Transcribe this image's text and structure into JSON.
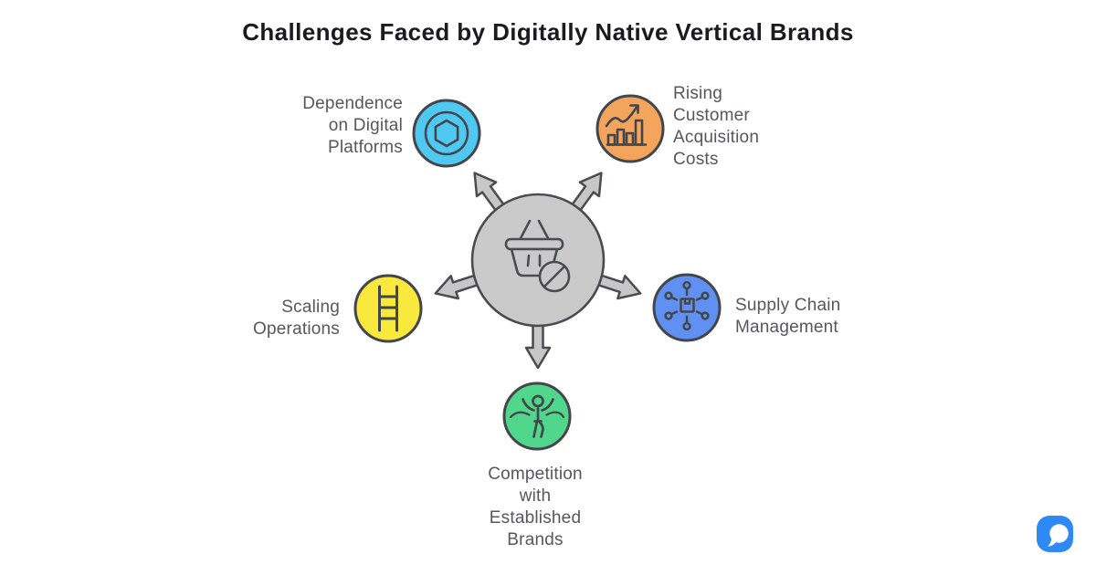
{
  "title": "Challenges Faced by Digitally Native Vertical Brands",
  "title_color": "#1a1b1e",
  "text_color": "#55575c",
  "outline_color": "#4a4c51",
  "hub": {
    "icon": "shopping-basket-prohibited-icon",
    "fill": "#cacaca"
  },
  "nodes": [
    {
      "id": "dependence-digital-platforms",
      "icon": "hexagon-platform-icon",
      "color": "#4fc8f2",
      "label_lines": [
        "Dependence",
        "on Digital",
        "Platforms"
      ]
    },
    {
      "id": "rising-customer-acquisition-costs",
      "icon": "rising-bar-chart-icon",
      "color": "#f3a55e",
      "label_lines": [
        "Rising",
        "Customer",
        "Acquisition",
        "Costs"
      ]
    },
    {
      "id": "scaling-operations",
      "icon": "ladder-icon",
      "color": "#f8e93c",
      "label_lines": [
        "Scaling",
        "Operations"
      ]
    },
    {
      "id": "supply-chain-management",
      "icon": "supply-network-icon",
      "color": "#6090f2",
      "label_lines": [
        "Supply Chain",
        "Management"
      ]
    },
    {
      "id": "competition-established-brands",
      "icon": "finish-line-winner-icon",
      "color": "#50d78c",
      "label_lines": [
        "Competition",
        "with",
        "Established",
        "Brands"
      ]
    }
  ],
  "footer": {
    "logo": "piktochart-logo",
    "logo_color": "#2e89f5"
  }
}
